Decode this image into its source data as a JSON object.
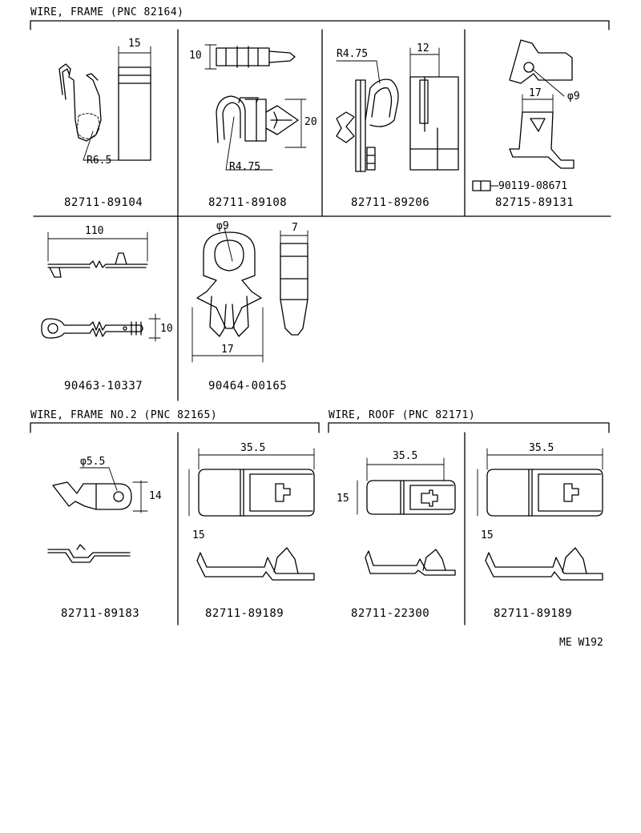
{
  "sections": {
    "frame": {
      "title": "WIRE, FRAME (PNC  82164)"
    },
    "frame2": {
      "title": "WIRE, FRAME  NO.2 (PNC  82165)"
    },
    "roof": {
      "title": "WIRE, ROOF (PNC  82171)"
    }
  },
  "parts": {
    "p1": {
      "number": "82711-89104",
      "dims": [
        "15",
        "R6.5"
      ]
    },
    "p2": {
      "number": "82711-89108",
      "dims": [
        "10",
        "20",
        "R4.75"
      ]
    },
    "p3": {
      "number": "82711-89206",
      "dims": [
        "R4.75",
        "12"
      ]
    },
    "p4": {
      "number": "82715-89131",
      "dims": [
        "17",
        "φ9",
        "90119-08671"
      ]
    },
    "p5": {
      "number": "90463-10337",
      "dims": [
        "110",
        "10"
      ]
    },
    "p6": {
      "number": "90464-00165",
      "dims": [
        "φ9",
        "7",
        "17"
      ]
    },
    "p7": {
      "number": "82711-89183",
      "dims": [
        "φ5.5",
        "14"
      ]
    },
    "p8": {
      "number": "82711-89189",
      "dims": [
        "35.5",
        "15"
      ]
    },
    "p9": {
      "number": "82711-22300",
      "dims": [
        "35.5",
        "15"
      ]
    },
    "p10": {
      "number": "82711-89189",
      "dims": [
        "35.5",
        "15"
      ]
    }
  },
  "footer": {
    "code": "ME W192"
  }
}
